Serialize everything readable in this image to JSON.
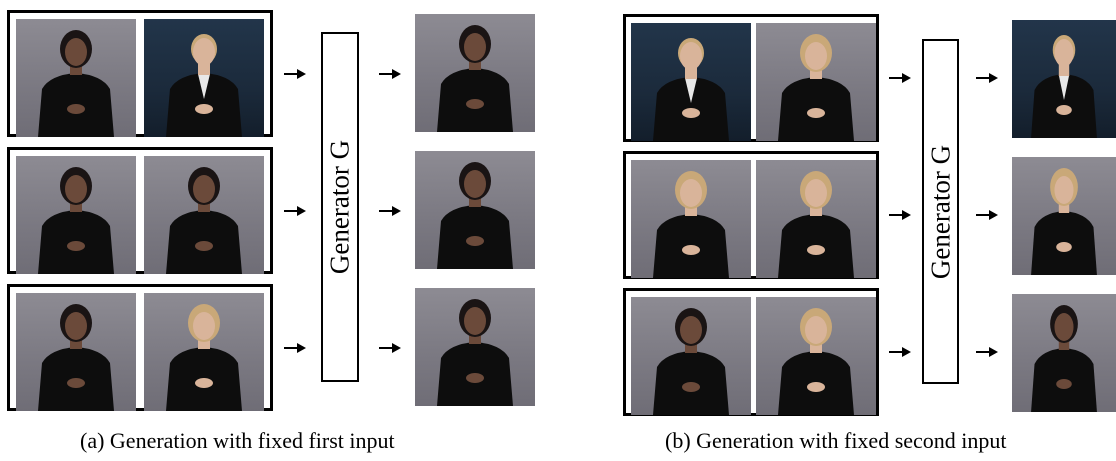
{
  "panel_a": {
    "generator_label": "Generator G",
    "caption": "(a) Generation with fixed first input",
    "pairs": [
      {
        "first": {
          "subject": "woman-signer",
          "background": "gray"
        },
        "second": {
          "subject": "man-in-suit",
          "background": "dark"
        },
        "output": {
          "subject": "woman-signer",
          "background": "gray"
        }
      },
      {
        "first": {
          "subject": "woman-signer",
          "background": "gray"
        },
        "second": {
          "subject": "woman-signer",
          "background": "gray"
        },
        "output": {
          "subject": "woman-signer",
          "background": "gray"
        }
      },
      {
        "first": {
          "subject": "woman-signer",
          "background": "gray"
        },
        "second": {
          "subject": "blonde-woman",
          "background": "gray"
        },
        "output": {
          "subject": "woman-signer",
          "background": "gray"
        }
      }
    ]
  },
  "panel_b": {
    "generator_label": "Generator G",
    "caption": "(b) Generation with fixed second input",
    "pairs": [
      {
        "first": {
          "subject": "man-in-suit",
          "background": "dark"
        },
        "second": {
          "subject": "blonde-woman",
          "background": "gray"
        },
        "output": {
          "subject": "man-in-suit",
          "background": "dark"
        }
      },
      {
        "first": {
          "subject": "blonde-woman",
          "background": "gray"
        },
        "second": {
          "subject": "blonde-woman",
          "background": "gray"
        },
        "output": {
          "subject": "blonde-woman",
          "background": "gray"
        }
      },
      {
        "first": {
          "subject": "woman-signer",
          "background": "gray"
        },
        "second": {
          "subject": "blonde-woman",
          "background": "gray"
        },
        "output": {
          "subject": "woman-signer",
          "background": "gray"
        }
      }
    ]
  },
  "colors": {
    "gray_bg": "#817f88",
    "dark_bg": "#1b2a3b",
    "clothing": "#0d0d0d",
    "skin_dark": "#6b4a3a",
    "skin_light": "#d9b49a",
    "hair_blonde": "#c9a878",
    "hair_dark": "#1a1414"
  }
}
